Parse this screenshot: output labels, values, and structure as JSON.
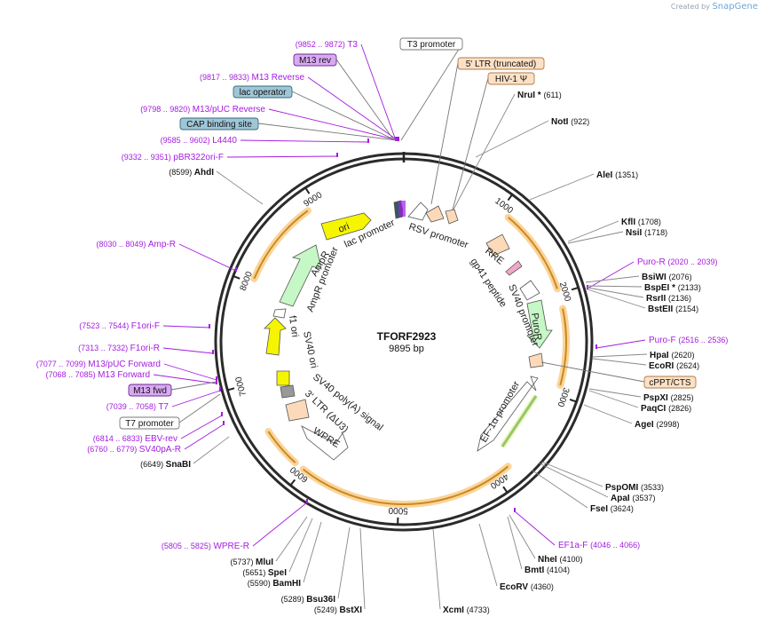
{
  "credit": {
    "prefix": "Created by",
    "brand": "SnapGene"
  },
  "plasmid": {
    "name": "TFORF2923",
    "size": "9895 bp"
  },
  "ring_ticks": [
    {
      "label": "1000"
    },
    {
      "label": "2000"
    },
    {
      "label": "3000"
    },
    {
      "label": "4000"
    },
    {
      "label": "5000"
    },
    {
      "label": "6000"
    },
    {
      "label": "7000"
    },
    {
      "label": "8000"
    },
    {
      "label": "9000"
    }
  ],
  "features": [
    {
      "name": "ori",
      "color": "#f5f500"
    },
    {
      "name": "AmpR",
      "color": "#c6f7c6"
    },
    {
      "name": "AmpR promoter",
      "color": "#ffffff"
    },
    {
      "name": "lac promoter",
      "color": "#ffffff"
    },
    {
      "name": "RSV promoter",
      "color": "#ffffff"
    },
    {
      "name": "RRE",
      "color": "#fcd9b8"
    },
    {
      "name": "gp41 peptide",
      "color": "#f4a6c8"
    },
    {
      "name": "SV40 promoter",
      "color": "#ffffff"
    },
    {
      "name": "PuroR",
      "color": "#c6f7c6"
    },
    {
      "name": "EF-1α promoter",
      "color": "#ffffff"
    },
    {
      "name": "WPRE",
      "color": "#ffffff"
    },
    {
      "name": "3' LTR (ΔU3)",
      "color": "#fcd9b8"
    },
    {
      "name": "SV40 poly(A) signal",
      "color": "#ffffff"
    },
    {
      "name": "SV40 ori",
      "color": "#f5f500"
    },
    {
      "name": "f1 ori",
      "color": "#ffffff"
    }
  ],
  "primers": [
    {
      "pos": "(9852 .. 9872)",
      "name": "T3"
    },
    {
      "pos": "(9817 .. 9833)",
      "name": "M13 Reverse"
    },
    {
      "pos": "(9798 .. 9820)",
      "name": "M13/pUC Reverse"
    },
    {
      "pos": "(9585 .. 9602)",
      "name": "L4440"
    },
    {
      "pos": "(9332 .. 9351)",
      "name": "pBR322ori-F"
    },
    {
      "pos": "(8030 .. 8049)",
      "name": "Amp-R"
    },
    {
      "pos": "(7523 .. 7544)",
      "name": "F1ori-F"
    },
    {
      "pos": "(7313 .. 7332)",
      "name": "F1ori-R"
    },
    {
      "pos": "(7077 .. 7099)",
      "name": "M13/pUC Forward"
    },
    {
      "pos": "(7068 .. 7085)",
      "name": "M13 Forward"
    },
    {
      "pos": "(7039 .. 7058)",
      "name": "T7"
    },
    {
      "pos": "(6814 .. 6833)",
      "name": "EBV-rev"
    },
    {
      "pos": "(6760 .. 6779)",
      "name": "SV40pA-R"
    },
    {
      "pos": "(5805 .. 5825)",
      "name": "WPRE-R"
    },
    {
      "pos": "(2020 .. 2039)",
      "name": "Puro-R"
    },
    {
      "pos": "(2516 .. 2536)",
      "name": "Puro-F"
    },
    {
      "pos": "(4046 .. 4066)",
      "name": "EF1a-F"
    }
  ],
  "boxed_labels": [
    {
      "name": "M13 rev",
      "style": "purple"
    },
    {
      "name": "lac operator",
      "style": "teal"
    },
    {
      "name": "CAP binding site",
      "style": "teal"
    },
    {
      "name": "T3 promoter",
      "style": "white"
    },
    {
      "name": "5' LTR (truncated)",
      "style": "peach"
    },
    {
      "name": "HIV-1 Ψ",
      "style": "peach"
    },
    {
      "name": "cPPT/CTS",
      "style": "peach"
    },
    {
      "name": "M13 fwd",
      "style": "purple"
    },
    {
      "name": "T7 promoter",
      "style": "white"
    }
  ],
  "enzymes": [
    {
      "name": "NruI *",
      "pos": "(611)"
    },
    {
      "name": "NotI",
      "pos": "(922)"
    },
    {
      "name": "AleI",
      "pos": "(1351)"
    },
    {
      "name": "KflI",
      "pos": "(1708)"
    },
    {
      "name": "NsiI",
      "pos": "(1718)"
    },
    {
      "name": "BsiWI",
      "pos": "(2076)"
    },
    {
      "name": "BspEI *",
      "pos": "(2133)"
    },
    {
      "name": "RsrII",
      "pos": "(2136)"
    },
    {
      "name": "BstEII",
      "pos": "(2154)"
    },
    {
      "name": "HpaI",
      "pos": "(2620)"
    },
    {
      "name": "EcoRI",
      "pos": "(2624)"
    },
    {
      "name": "PspXI",
      "pos": "(2825)"
    },
    {
      "name": "PaqCI",
      "pos": "(2826)"
    },
    {
      "name": "AgeI",
      "pos": "(2998)"
    },
    {
      "name": "PspOMI",
      "pos": "(3533)"
    },
    {
      "name": "ApaI",
      "pos": "(3537)"
    },
    {
      "name": "FseI",
      "pos": "(3624)"
    },
    {
      "name": "NheI",
      "pos": "(4100)"
    },
    {
      "name": "BmtI",
      "pos": "(4104)"
    },
    {
      "name": "EcoRV",
      "pos": "(4360)"
    },
    {
      "name": "XcmI",
      "pos": "(4733)"
    },
    {
      "name": "BstXI",
      "pos": "(5249)"
    },
    {
      "name": "Bsu36I",
      "pos": "(5289)"
    },
    {
      "name": "BamHI",
      "pos": "(5590)"
    },
    {
      "name": "SpeI",
      "pos": "(5651)"
    },
    {
      "name": "MluI",
      "pos": "(5737)"
    },
    {
      "name": "SnaBI",
      "pos": "(6649)"
    },
    {
      "name": "AhdI",
      "pos": "(8599)"
    }
  ]
}
